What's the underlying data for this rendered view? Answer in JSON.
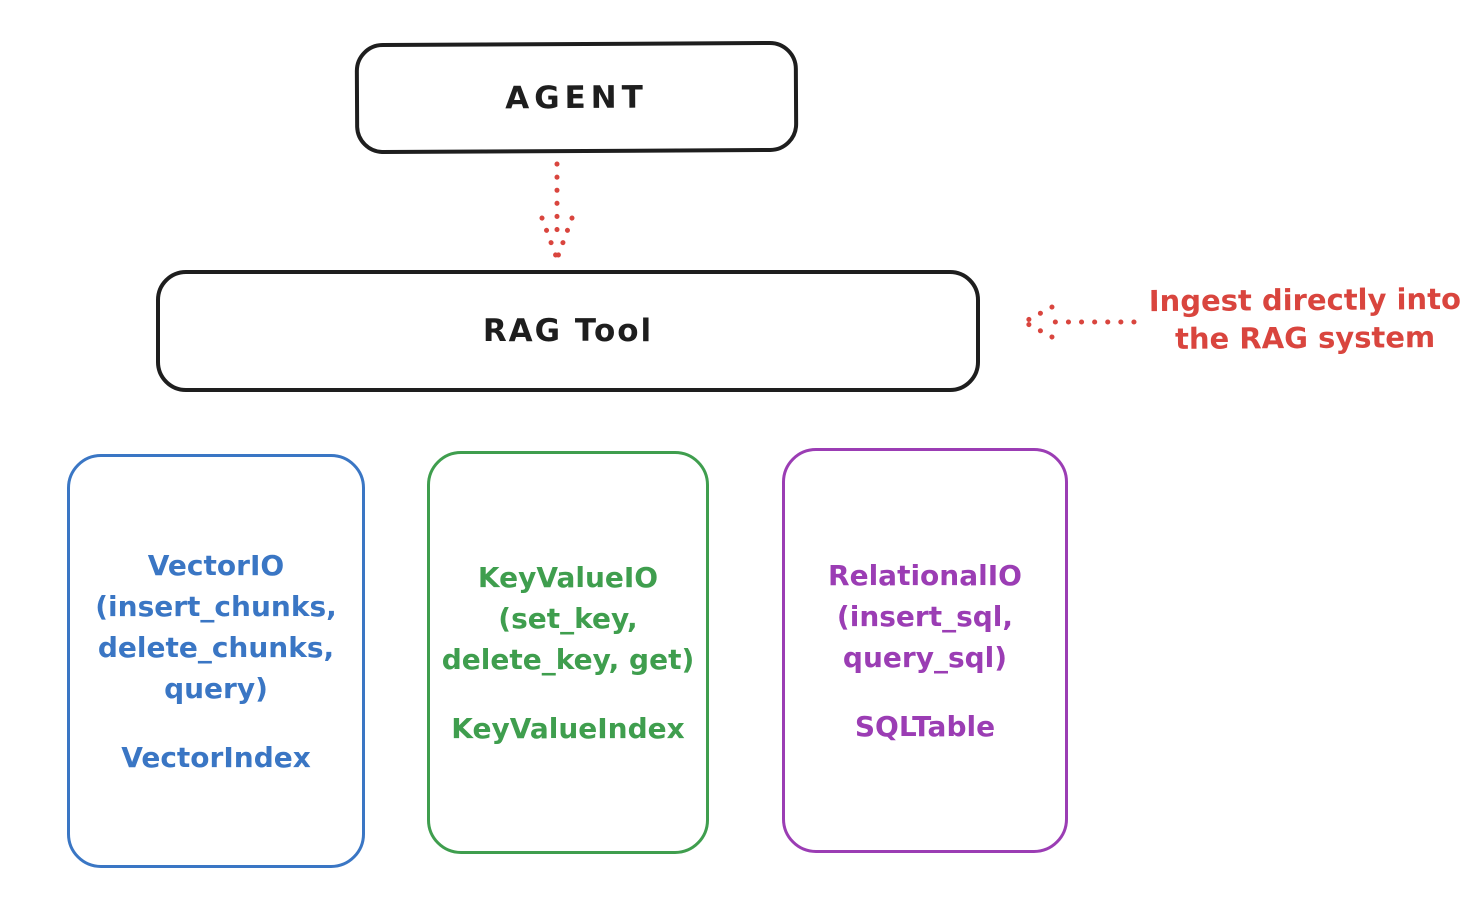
{
  "colors": {
    "ink": "#1e1e1e",
    "accent_red": "#d9453e",
    "vector_blue": "#3a76c4",
    "keyvalue_green": "#3f9e4e",
    "relational_purple": "#9b3db4",
    "background": "#ffffff"
  },
  "agent_box": {
    "label": "AGENT"
  },
  "rag_tool_box": {
    "label": "RAG Tool"
  },
  "ingest_annotation": {
    "text": "Ingest directly into\nthe RAG system"
  },
  "arrows": [
    {
      "name": "agent-to-rag-arrow",
      "style": "dotted",
      "color": "#d9453e",
      "direction": "down",
      "from": "AGENT",
      "to": "RAG Tool"
    },
    {
      "name": "ingest-arrow",
      "style": "dotted",
      "color": "#d9453e",
      "direction": "left",
      "from": "annotation",
      "to": "RAG Tool"
    }
  ],
  "backends": [
    {
      "id": "vector",
      "color": "#3a76c4",
      "io_block": "VectorIO\n(insert_chunks,\ndelete_chunks,\nquery)",
      "index": "VectorIndex"
    },
    {
      "id": "keyvalue",
      "color": "#3f9e4e",
      "io_block": "KeyValueIO\n(set_key,\ndelete_key, get)",
      "index": "KeyValueIndex"
    },
    {
      "id": "relational",
      "color": "#9b3db4",
      "io_block": "RelationalIO\n(insert_sql,\nquery_sql)",
      "index": "SQLTable"
    }
  ]
}
